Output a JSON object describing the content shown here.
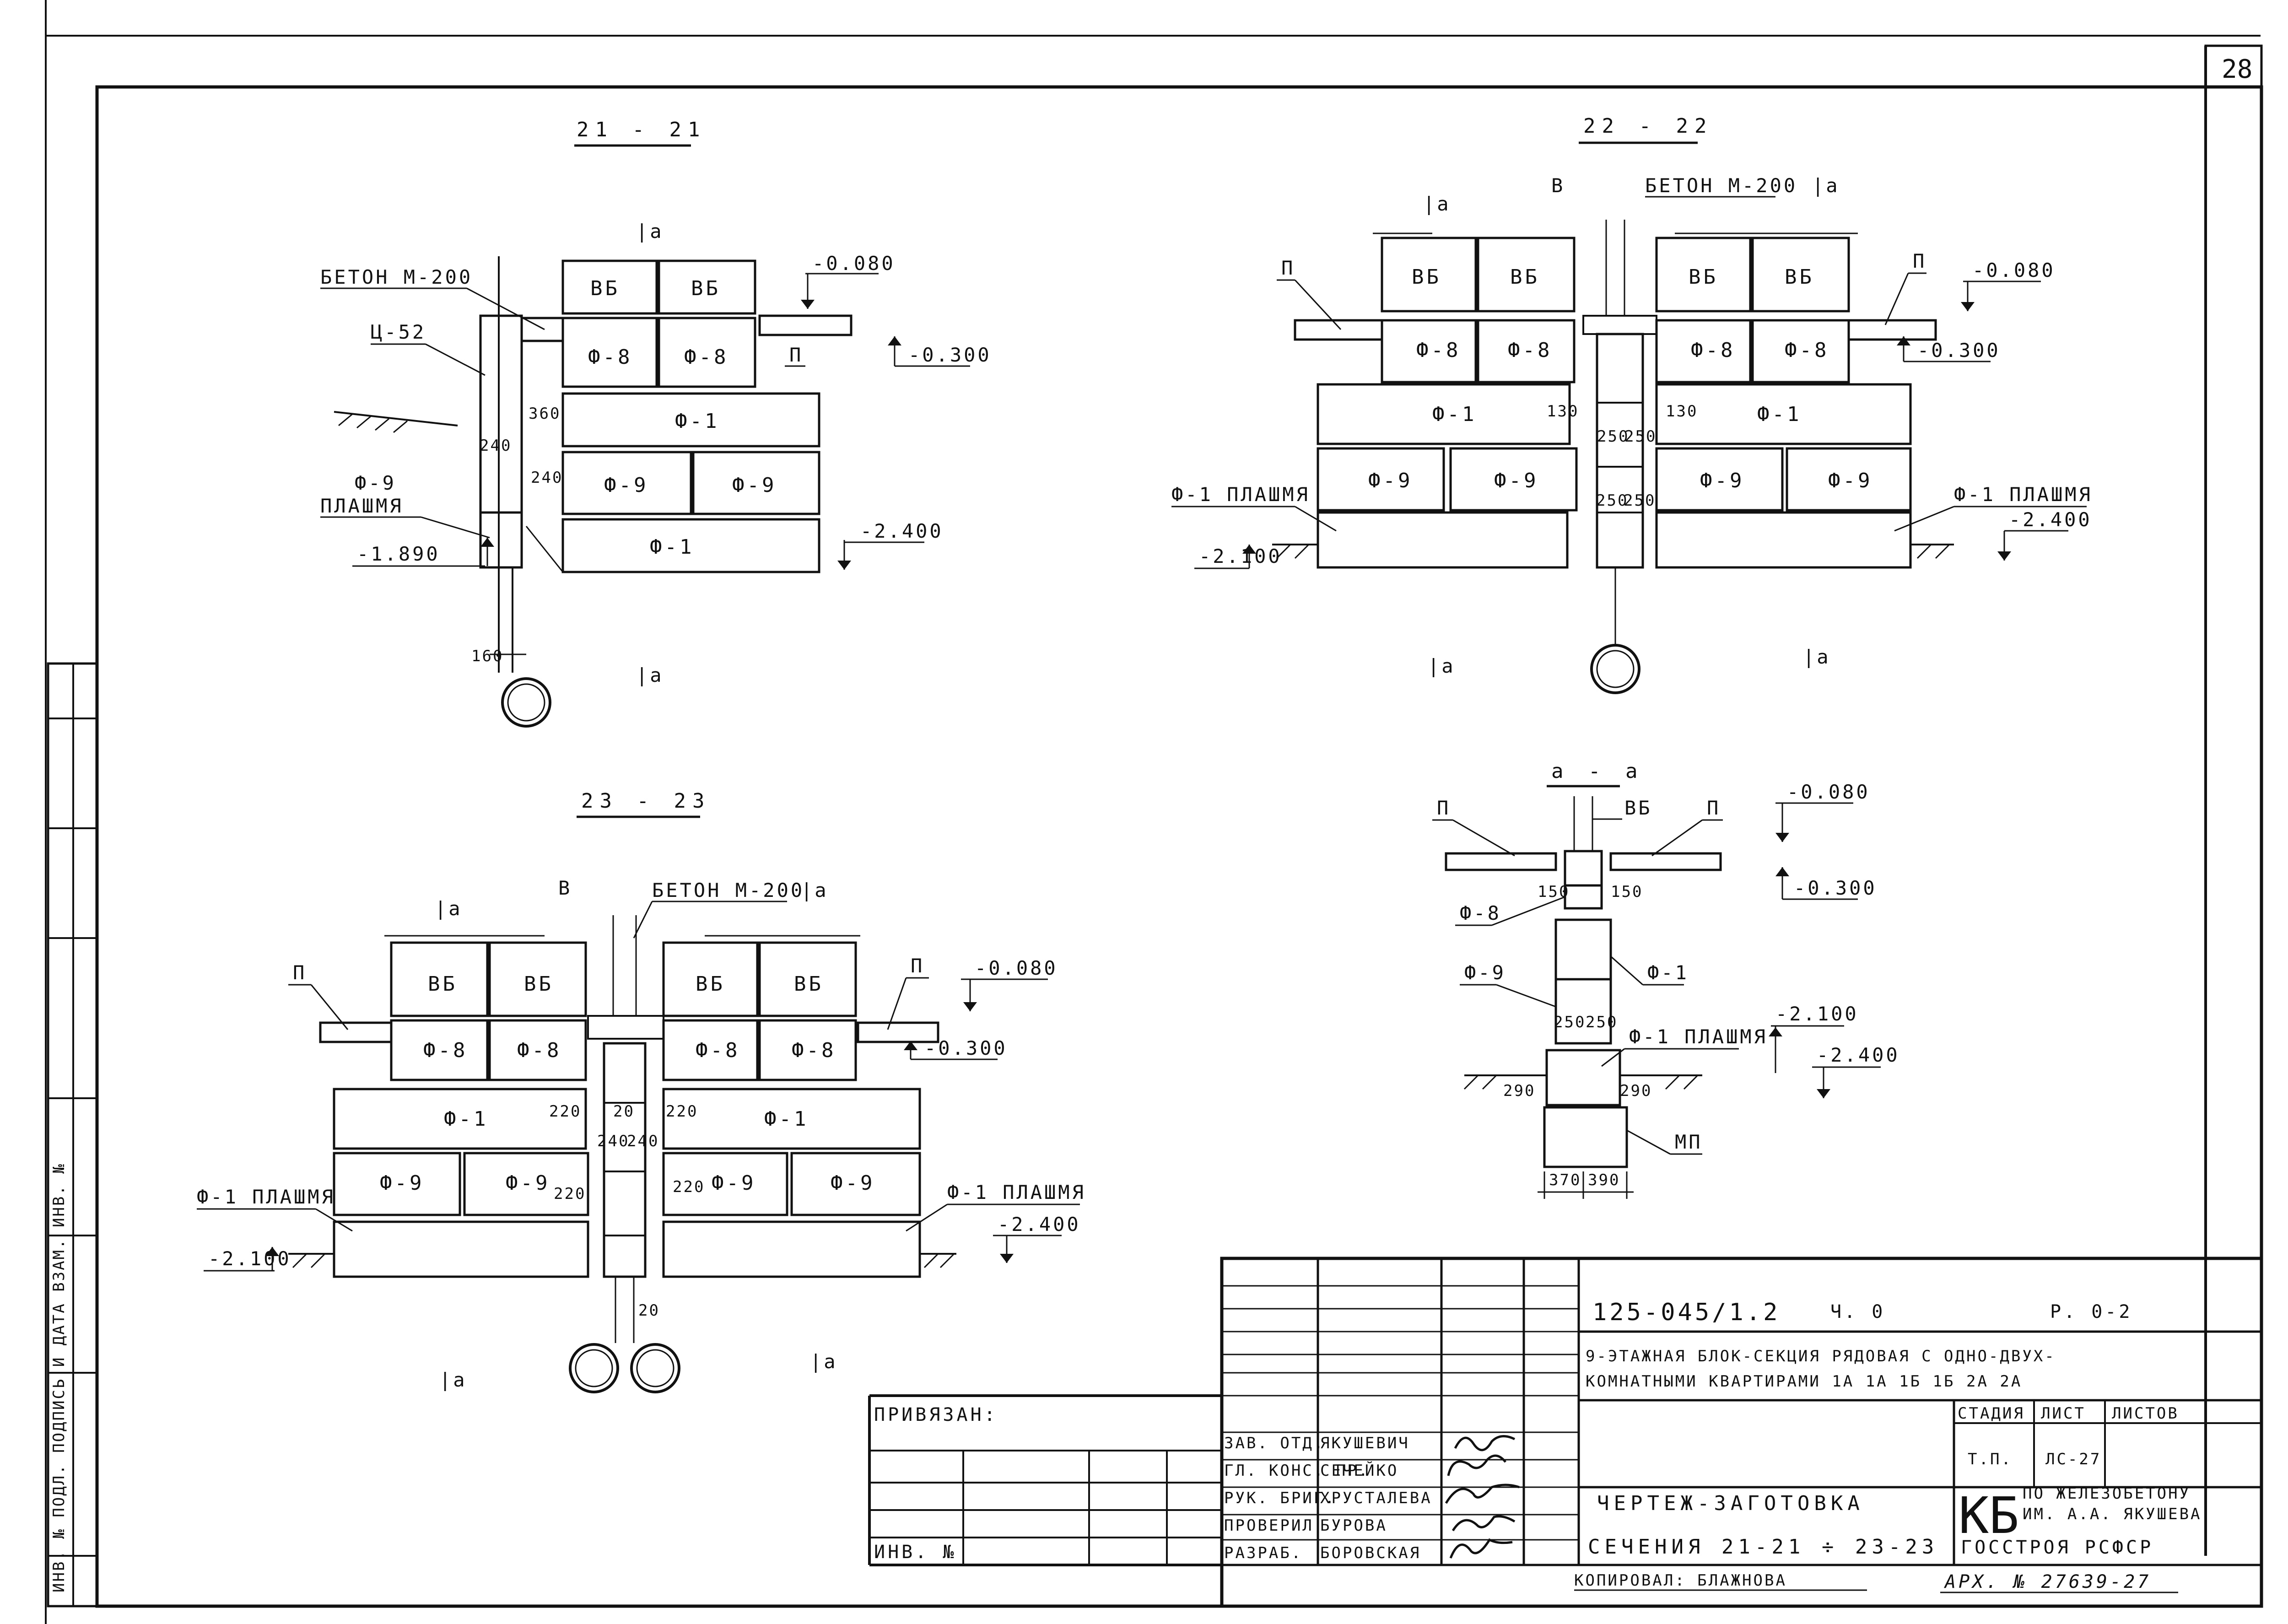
{
  "sheet": {
    "page_number": "28",
    "hatch_strip_text": "ИНВ. № ПОДЛ. ПОДПИСЬ И ДАТА ВЗАМ. ИНВ. №"
  },
  "sections": {
    "s21": {
      "title": "21 - 21",
      "cut_mark": "|a",
      "concrete": "БЕТОН М-200",
      "panel": "Ц-52",
      "blocks": {
        "vb1": "ВБ",
        "vb2": "ВБ",
        "f8a": "Ф-8",
        "f8b": "Ф-8",
        "f1a": "Ф-1",
        "f9a": "Ф-9",
        "f9b": "Ф-9",
        "f1b": "Ф-1"
      },
      "dims": {
        "d360": "360",
        "d240a": "240",
        "d240b": "240",
        "d160": "160"
      },
      "f9_label": "Ф-9",
      "f9_sub": "ПЛАШМЯ",
      "slab": "П",
      "elev_top": "-0.080",
      "elev_slab": "-0.300",
      "elev_left": "-1.890",
      "elev_bottom": "-2.400"
    },
    "s22": {
      "title": "22 - 22",
      "cut_mark": "|a",
      "b_label": "В",
      "concrete": "БЕТОН М-200",
      "slab": "П",
      "blocks": {
        "vb1": "ВБ",
        "vb2": "ВБ",
        "vb3": "ВБ",
        "vb4": "ВБ",
        "f8a": "Ф-8",
        "f8b": "Ф-8",
        "f8c": "Ф-8",
        "f8d": "Ф-8",
        "f1a": "Ф-1",
        "f1b": "Ф-1",
        "f9a": "Ф-9",
        "f9b": "Ф-9",
        "f9c": "Ф-9",
        "f9d": "Ф-9"
      },
      "dims": {
        "d130a": "130",
        "d130b": "130",
        "d250a": "250",
        "d250b": "250",
        "d250c": "250",
        "d250d": "250"
      },
      "flat_left": "Ф-1 ПЛАШМЯ",
      "flat_right": "Ф-1 ПЛАШМЯ",
      "elev_top": "-0.080",
      "elev_slab": "-0.300",
      "elev_left": "-2.100",
      "elev_right": "-2.400"
    },
    "s23": {
      "title": "23 - 23",
      "cut_mark": "|a",
      "b_label": "В",
      "concrete": "БЕТОН М-200",
      "slab": "П",
      "blocks": {
        "vb1": "ВБ",
        "vb2": "ВБ",
        "vb3": "ВБ",
        "vb4": "ВБ",
        "f8a": "Ф-8",
        "f8b": "Ф-8",
        "f8c": "Ф-8",
        "f8d": "Ф-8",
        "f1a": "Ф-1",
        "f1b": "Ф-1",
        "f9a": "Ф-9",
        "f9b": "Ф-9",
        "f9c": "Ф-9",
        "f9d": "Ф-9"
      },
      "dims": {
        "d220a": "220",
        "d220b": "220",
        "d220c": "220",
        "d220d": "220",
        "d20a": "20",
        "d240a": "240",
        "d240b": "240",
        "d20b": "20"
      },
      "flat_left": "Ф-1 ПЛАШМЯ",
      "flat_right": "Ф-1 ПЛАШМЯ",
      "elev_top": "-0.080",
      "elev_slab": "-0.300",
      "elev_left": "-2.100",
      "elev_right": "-2.400"
    },
    "aa": {
      "title": "а - а",
      "vb": "ВБ",
      "slab_left": "П",
      "slab_right": "П",
      "f8": "Ф-8",
      "f9": "Ф-9",
      "f1": "Ф-1",
      "f1_flat": "Ф-1 ПЛАШМЯ",
      "mp": "МП",
      "dims": {
        "d150a": "150",
        "d150b": "150",
        "d250a": "250",
        "d250b": "250",
        "d290a": "290",
        "d290b": "290",
        "d370": "370",
        "d390": "390"
      },
      "elev_top": "-0.080",
      "elev_slab": "-0.300",
      "elev_a": "-2.100",
      "elev_b": "-2.400"
    }
  },
  "title_block": {
    "doc_code": "125-045/1.2",
    "part": "Ч. 0",
    "series": "Р. 0-2",
    "name_line1": "9-ЭТАЖНАЯ БЛОК-СЕКЦИЯ РЯДОВАЯ С ОДНО-ДВУХ-",
    "name_line2": "КОМНАТНЫМИ КВАРТИРАМИ  1А 1А 1Б 1Б 2А 2А",
    "stage_header": "СТАДИЯ",
    "sheet_header": "ЛИСТ",
    "sheets_header": "ЛИСТОВ",
    "stage": "Т.П.",
    "sheet_id": "ЛС-27",
    "drawing_name": "ЧЕРТЕЖ-ЗАГОТОВКА",
    "drawing_sub": "СЕЧЕНИЯ 21-21 ÷ 23-23",
    "org_kb": "КБ",
    "org_line1": "ПО ЖЕЛЕЗОБЕТОНУ",
    "org_line2": "ИМ. А.А. ЯКУШЕВА",
    "org_line3": "ГОССТРОЯ  РСФСР",
    "bound": "ПРИВЯЗАН:",
    "inv": "ИНВ. №",
    "roles": [
      {
        "role": "ЗАВ. ОТД.",
        "name": "ЯКУШЕВИЧ"
      },
      {
        "role": "ГЛ. КОНС. ПР.",
        "name": "СЕЧЕЙКО"
      },
      {
        "role": "РУК. БРИГ.",
        "name": "ХРУСТАЛЕВА"
      },
      {
        "role": "ПРОВЕРИЛ",
        "name": "БУРОВА"
      },
      {
        "role": "РАЗРАБ.",
        "name": "БОРОВСКАЯ"
      }
    ],
    "copied_by": "КОПИРОВАЛ: БЛАЖНОВА",
    "archive": "АРХ. № 27639-27"
  }
}
